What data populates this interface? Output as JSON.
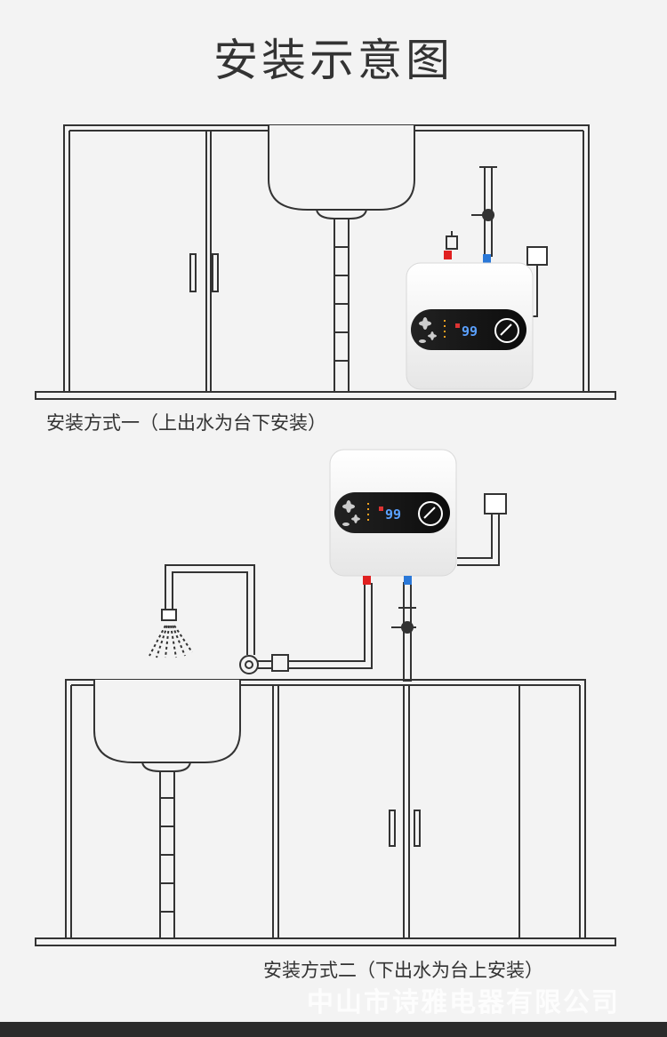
{
  "title": "安装示意图",
  "method1": {
    "caption": "安装方式一（上出水为台下安装）"
  },
  "method2": {
    "caption": "安装方式二（下出水为台上安装）"
  },
  "heater": {
    "temperature": "99"
  },
  "watermark": "中山市诗雅电器有限公司",
  "colors": {
    "hot_pipe": "#e02020",
    "cold_pipe": "#2a78d8",
    "line": "#333333",
    "background": "#f3f3f3"
  }
}
